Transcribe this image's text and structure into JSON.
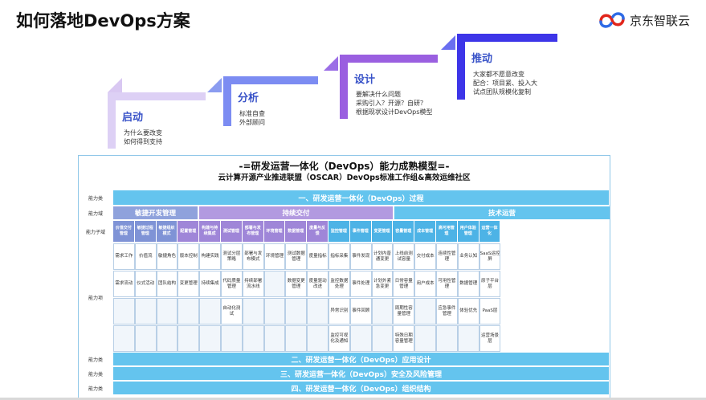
{
  "page": {
    "title": "如何落地DevOps方案",
    "logo_text": "京东智联云"
  },
  "steps": [
    {
      "name": "启动",
      "lines": [
        "为什么要改变",
        "如何得到支持"
      ]
    },
    {
      "name": "分析",
      "lines": [
        "标准自查",
        "外部顾问"
      ]
    },
    {
      "name": "设计",
      "lines": [
        "要解决什么问题",
        "采购引入？开源？自研？",
        "根据现状设计DevOps模型"
      ]
    },
    {
      "name": "推动",
      "lines": [
        "大家都不愿意改变",
        "配合：项目紧、投入大",
        "试点团队规模化复制"
      ]
    }
  ],
  "model": {
    "title": "-=研发运营一体化（DevOps）能力成熟模型=-",
    "subtitle": "云计算开源产业推进联盟（OSCAR）DevOps标准工作组&高效运维社区",
    "labels": {
      "class": "能力类",
      "domain": "能力域",
      "subdomain": "能力子域",
      "items": "能力项"
    },
    "part1": "一、研发运营一体化（DevOps）过程",
    "domains": [
      "敏捷开发管理",
      "持续交付",
      "技术运营"
    ],
    "subdomains": [
      "价值交付管理",
      "敏捷过程管理",
      "敏捷组织模式",
      "配置管理",
      "构建与持续集成",
      "测试管理",
      "部署与发布管理",
      "环境管理",
      "数据管理",
      "度量与反馈",
      "监控管理",
      "事件管理",
      "变更管理",
      "容量管理",
      "成本管理",
      "高可用管理",
      "用户体验管理",
      "运营一体化"
    ],
    "items": [
      [
        "需求工作",
        "需求流动",
        "",
        ""
      ],
      [
        "价值流",
        "仪式活动",
        "",
        ""
      ],
      [
        "敏捷角色",
        "团队结构",
        "",
        ""
      ],
      [
        "版本控制",
        "变更管理",
        "",
        ""
      ],
      [
        "构建实践",
        "持续集成",
        "",
        ""
      ],
      [
        "测试分层策略",
        "代码质量管理",
        "自动化测试",
        ""
      ],
      [
        "部署与发布模式",
        "持续部署流水线",
        "",
        ""
      ],
      [
        "环境管理",
        "",
        "",
        ""
      ],
      [
        "测试数据管理",
        "数据变更管理",
        "",
        ""
      ],
      [
        "度量指标",
        "度量驱动改进",
        "",
        ""
      ],
      [
        "指标采集",
        "监控数据处理",
        "异常识别",
        "监控可视化及通知"
      ],
      [
        "事件发现",
        "事件处理",
        "事件回顾",
        ""
      ],
      [
        "计划内普通变更",
        "计划外紧急变更",
        "",
        ""
      ],
      [
        "上线前测试容量",
        "日常容量管理",
        "周期性容量管理",
        "特殊日期容量管理"
      ],
      [
        "交付成本",
        "用户成本",
        "",
        ""
      ],
      [
        "连续性管理",
        "可用性管理",
        "应急事件管理",
        ""
      ],
      [
        "业务认知",
        "数据管理",
        "体验优先",
        ""
      ],
      [
        "SaaS运控屏",
        "原子平台层",
        "PaaS层",
        "运营场景层"
      ]
    ],
    "parts": [
      "二、研发运营一体化（DevOps）应用设计",
      "三、研发运营一体化（DevOps）安全及风险管理",
      "四、研发运营一体化（DevOps）组织结构"
    ]
  }
}
